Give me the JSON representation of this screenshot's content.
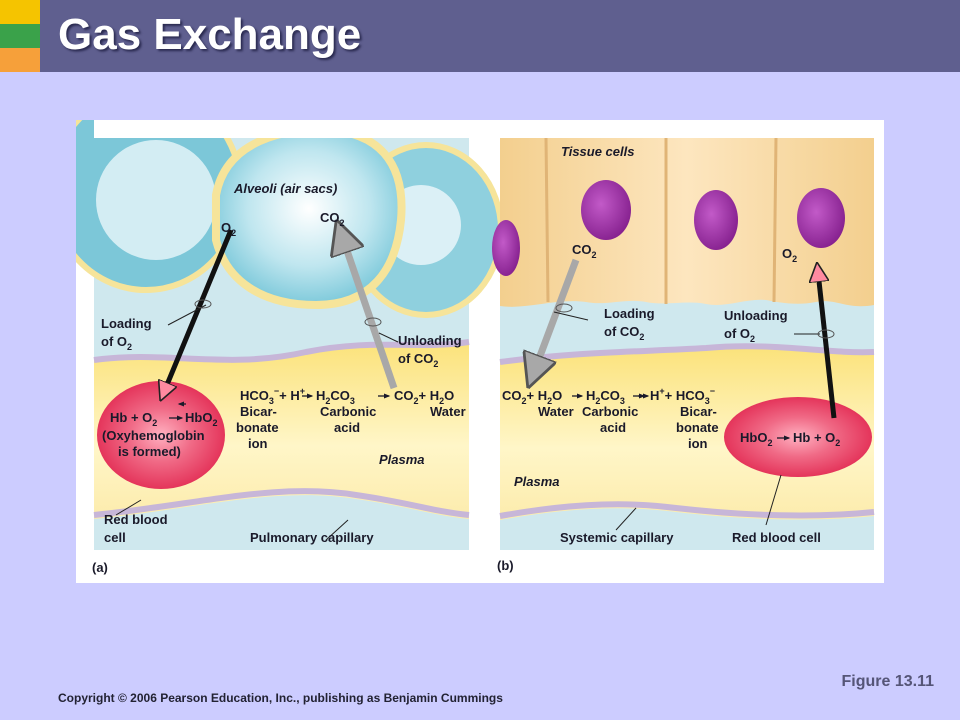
{
  "slide": {
    "title": "Gas Exchange",
    "figure_caption": "Figure 13.11",
    "copyright": "Copyright © 2006 Pearson Education, Inc., publishing as Benjamin Cummings"
  },
  "colors": {
    "header": "#5f5f8f",
    "background": "#ccccff",
    "tab_yellow": "#f5c400",
    "tab_green": "#3aa24a",
    "tab_orange": "#f6a03a"
  },
  "panel_a": {
    "letter": "(a)",
    "alveoli": "Alveoli (air sacs)",
    "o2": "O",
    "co2": "CO",
    "loading": [
      "Loading",
      "of O"
    ],
    "unloading": [
      "Unloading",
      "of CO"
    ],
    "reaction": {
      "hco3": "HCO",
      "plus_h": "+ H",
      "h2co3": "H",
      "h2co3_tail": "CO",
      "co2_h2o": "CO",
      "h2o": "+ H",
      "h2o_tail": "O"
    },
    "bicarbonate": [
      "Bicar-",
      "bonate",
      "ion"
    ],
    "carbonic": [
      "Carbonic",
      "acid"
    ],
    "water": "Water",
    "rbc_reaction": {
      "hb": "Hb + O",
      "hbo2": "HbO"
    },
    "oxyhemoglobin": [
      "(Oxyhemoglobin",
      "is formed)"
    ],
    "plasma": "Plasma",
    "red_blood_cell": [
      "Red blood",
      "cell"
    ],
    "capillary": "Pulmonary capillary"
  },
  "panel_b": {
    "letter": "(b)",
    "tissue": "Tissue cells",
    "co2": "CO",
    "o2": "O",
    "loading": [
      "Loading",
      "of CO"
    ],
    "unloading": [
      "Unloading",
      "of O"
    ],
    "reaction": {
      "co2": "CO",
      "h2o": "+ H",
      "h2o_tail": "O",
      "h2co3": "H",
      "h2co3_tail": "CO",
      "h": "H",
      "hco3": "+ HCO"
    },
    "water": "Water",
    "carbonic": [
      "Carbonic",
      "acid"
    ],
    "bicarbonate": [
      "Bicar-",
      "bonate",
      "ion"
    ],
    "rbc_reaction": {
      "hbo2": "HbO",
      "hb": "Hb + O"
    },
    "plasma": "Plasma",
    "capillary": "Systemic capillary",
    "red_blood_cell": "Red blood cell"
  }
}
